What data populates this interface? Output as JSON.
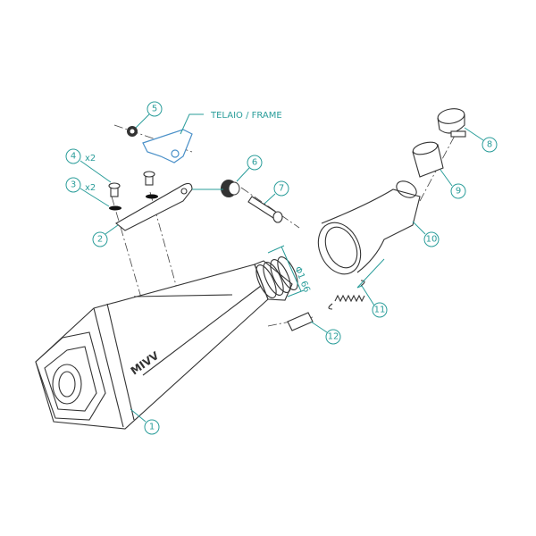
{
  "diagram": {
    "frame_label": "TELAIO / FRAME",
    "dimension_label": "Φ1 66",
    "logo_text": "MIVV",
    "parts": [
      {
        "number": "1"
      },
      {
        "number": "2"
      },
      {
        "number": "3",
        "qty": "x2"
      },
      {
        "number": "4",
        "qty": "x2"
      },
      {
        "number": "5"
      },
      {
        "number": "6"
      },
      {
        "number": "7"
      },
      {
        "number": "8"
      },
      {
        "number": "9"
      },
      {
        "number": "10"
      },
      {
        "number": "11"
      },
      {
        "number": "12"
      }
    ],
    "accent_color": "#2a9d9a",
    "frame_color": "#4a90c8"
  }
}
